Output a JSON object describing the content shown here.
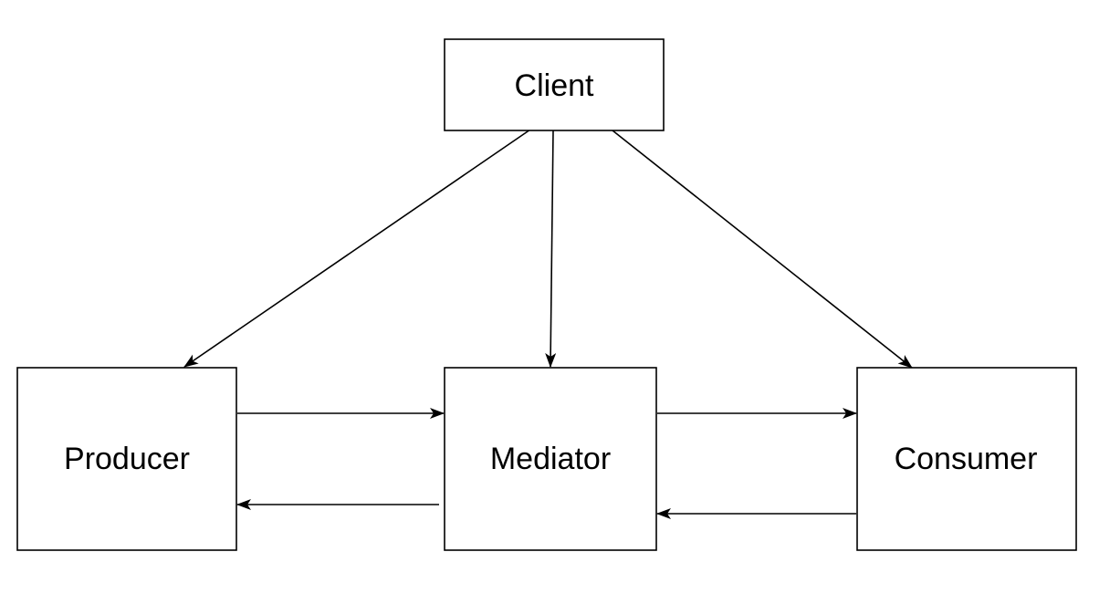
{
  "diagram": {
    "colors": {
      "stroke": "#000000",
      "fill": "#ffffff",
      "text": "#000000"
    },
    "nodes": {
      "client": {
        "label": "Client"
      },
      "producer": {
        "label": "Producer"
      },
      "mediator": {
        "label": "Mediator"
      },
      "consumer": {
        "label": "Consumer"
      }
    },
    "edges": [
      {
        "id": "client-to-producer",
        "from": "client",
        "to": "producer"
      },
      {
        "id": "client-to-mediator",
        "from": "client",
        "to": "mediator"
      },
      {
        "id": "client-to-consumer",
        "from": "client",
        "to": "consumer"
      },
      {
        "id": "producer-to-mediator",
        "from": "producer",
        "to": "mediator"
      },
      {
        "id": "mediator-to-producer",
        "from": "mediator",
        "to": "producer"
      },
      {
        "id": "mediator-to-consumer",
        "from": "mediator",
        "to": "consumer"
      },
      {
        "id": "consumer-to-mediator",
        "from": "consumer",
        "to": "mediator"
      }
    ]
  }
}
